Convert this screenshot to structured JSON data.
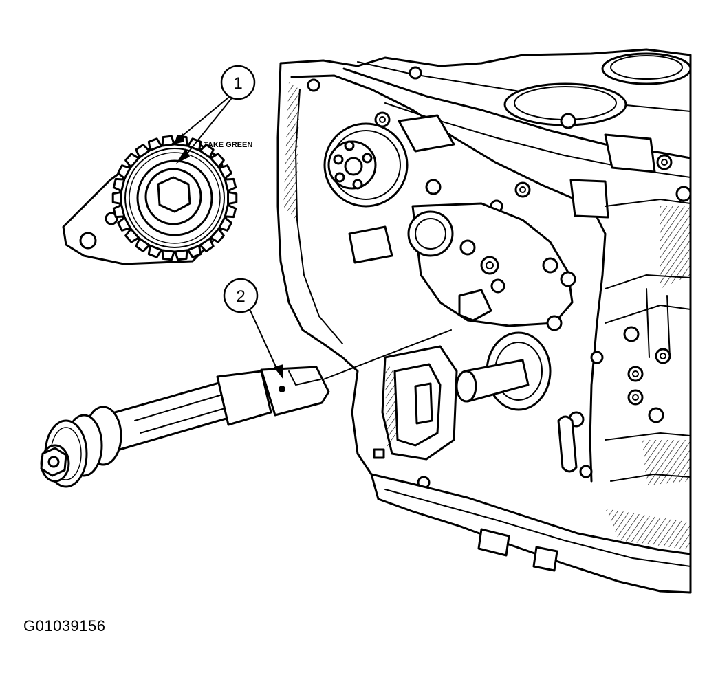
{
  "figure_id": "G01039156",
  "callouts": [
    {
      "number": "1"
    },
    {
      "number": "2"
    }
  ],
  "sprocket_marking": "TAKE GREEN",
  "colors": {
    "ink": "#000000",
    "paper": "#ffffff"
  }
}
